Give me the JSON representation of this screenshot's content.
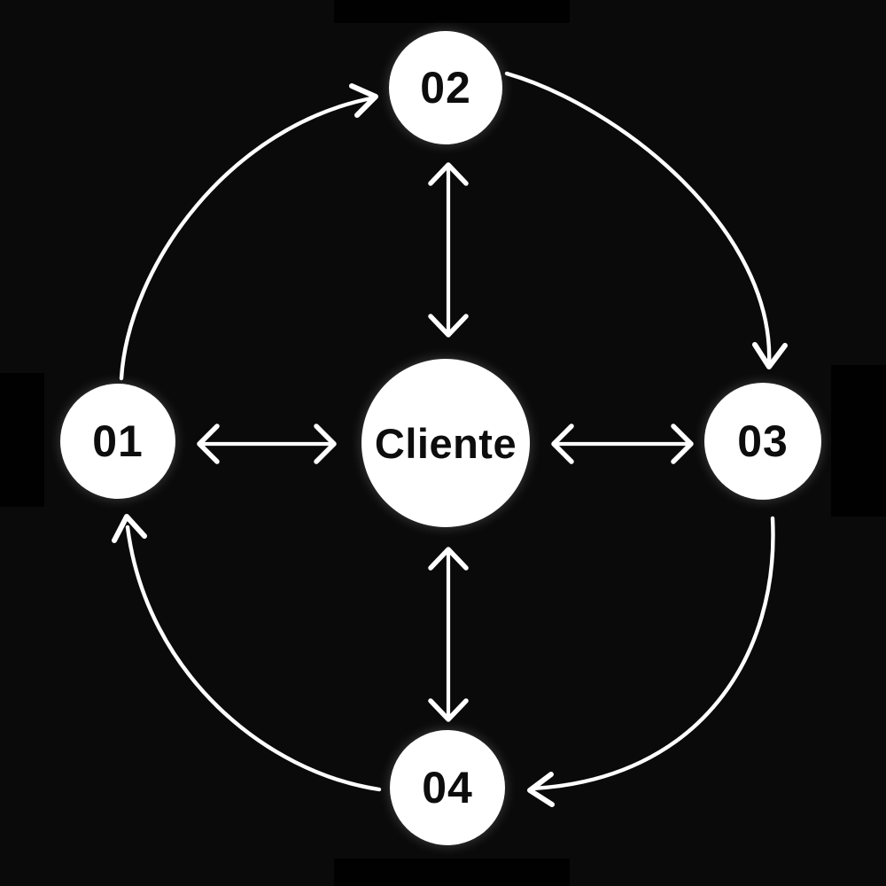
{
  "colors": {
    "background": "#0a0a0a",
    "edge_patches": "#010101",
    "node_fill": "#ffffff",
    "node_text": "#0d0d0d",
    "arrow": "#ffffff"
  },
  "diagram": {
    "center": {
      "label": "Cliente"
    },
    "nodes": [
      {
        "label": "01",
        "position": "left"
      },
      {
        "label": "02",
        "position": "top"
      },
      {
        "label": "03",
        "position": "right"
      },
      {
        "label": "04",
        "position": "bottom"
      }
    ],
    "center_connections": [
      {
        "from": "Cliente",
        "to": "01",
        "type": "bidirectional"
      },
      {
        "from": "Cliente",
        "to": "02",
        "type": "bidirectional"
      },
      {
        "from": "Cliente",
        "to": "03",
        "type": "bidirectional"
      },
      {
        "from": "Cliente",
        "to": "04",
        "type": "bidirectional"
      }
    ],
    "cycle_connections": [
      {
        "from": "01",
        "to": "02",
        "direction": "clockwise"
      },
      {
        "from": "02",
        "to": "03",
        "direction": "clockwise"
      },
      {
        "from": "03",
        "to": "04",
        "direction": "clockwise"
      },
      {
        "from": "04",
        "to": "01",
        "direction": "clockwise"
      }
    ]
  }
}
